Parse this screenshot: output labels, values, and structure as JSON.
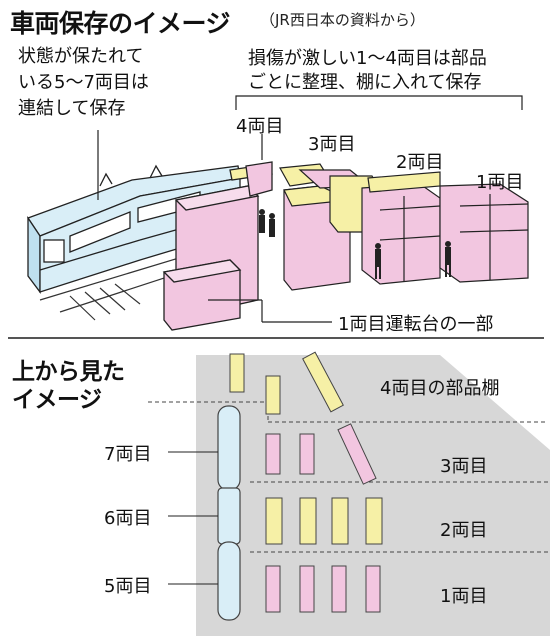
{
  "header": {
    "title": "車両保存のイメージ",
    "source": "（JR西日本の資料から）"
  },
  "top_section": {
    "left_note_lines": [
      "状態が保たれて",
      "いる5〜7両目は",
      "連結して保存"
    ],
    "right_note_lines": [
      "損傷が激しい1〜4両目は部品",
      "ごとに整理、棚に入れて保存"
    ],
    "car_labels": [
      "4両目",
      "3両目",
      "2両目",
      "1両目"
    ],
    "cab_label": "1両目運転台の一部"
  },
  "bottom_section": {
    "title_lines": [
      "上から見た",
      "イメージ"
    ],
    "kept_car_labels": [
      "7両目",
      "6両目",
      "5両目"
    ],
    "shelf_labels": [
      "4両目の部品棚",
      "3両目",
      "2両目",
      "1両目"
    ]
  },
  "colors": {
    "pink": "#f2c6e0",
    "yellow": "#f6f0a6",
    "light_blue": "#d9eef7",
    "gray_bg": "#d7d7d7",
    "divider": "#555555"
  }
}
